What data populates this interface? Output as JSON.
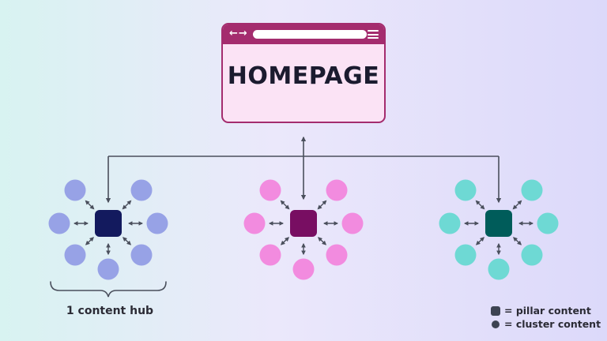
{
  "homepage": {
    "title": "HOMEPAGE",
    "nav_glyph": "←→",
    "icons": [
      "back-forward-arrows-icon",
      "address-bar",
      "hamburger-menu-icon"
    ],
    "fill_color": "#fbe3f5",
    "border_color": "#a42c6e"
  },
  "hubs": [
    {
      "pillar_color": "#131a5e",
      "cluster_color": "#97a2e6"
    },
    {
      "pillar_color": "#780e62",
      "cluster_color": "#f28bdf"
    },
    {
      "pillar_color": "#005c5a",
      "cluster_color": "#6ed9d4"
    }
  ],
  "caption": "1 content hub",
  "legend": {
    "pillar": "= pillar content",
    "cluster": "= cluster content",
    "color": "#3d4352"
  },
  "connector_color": "#4a4f5c"
}
